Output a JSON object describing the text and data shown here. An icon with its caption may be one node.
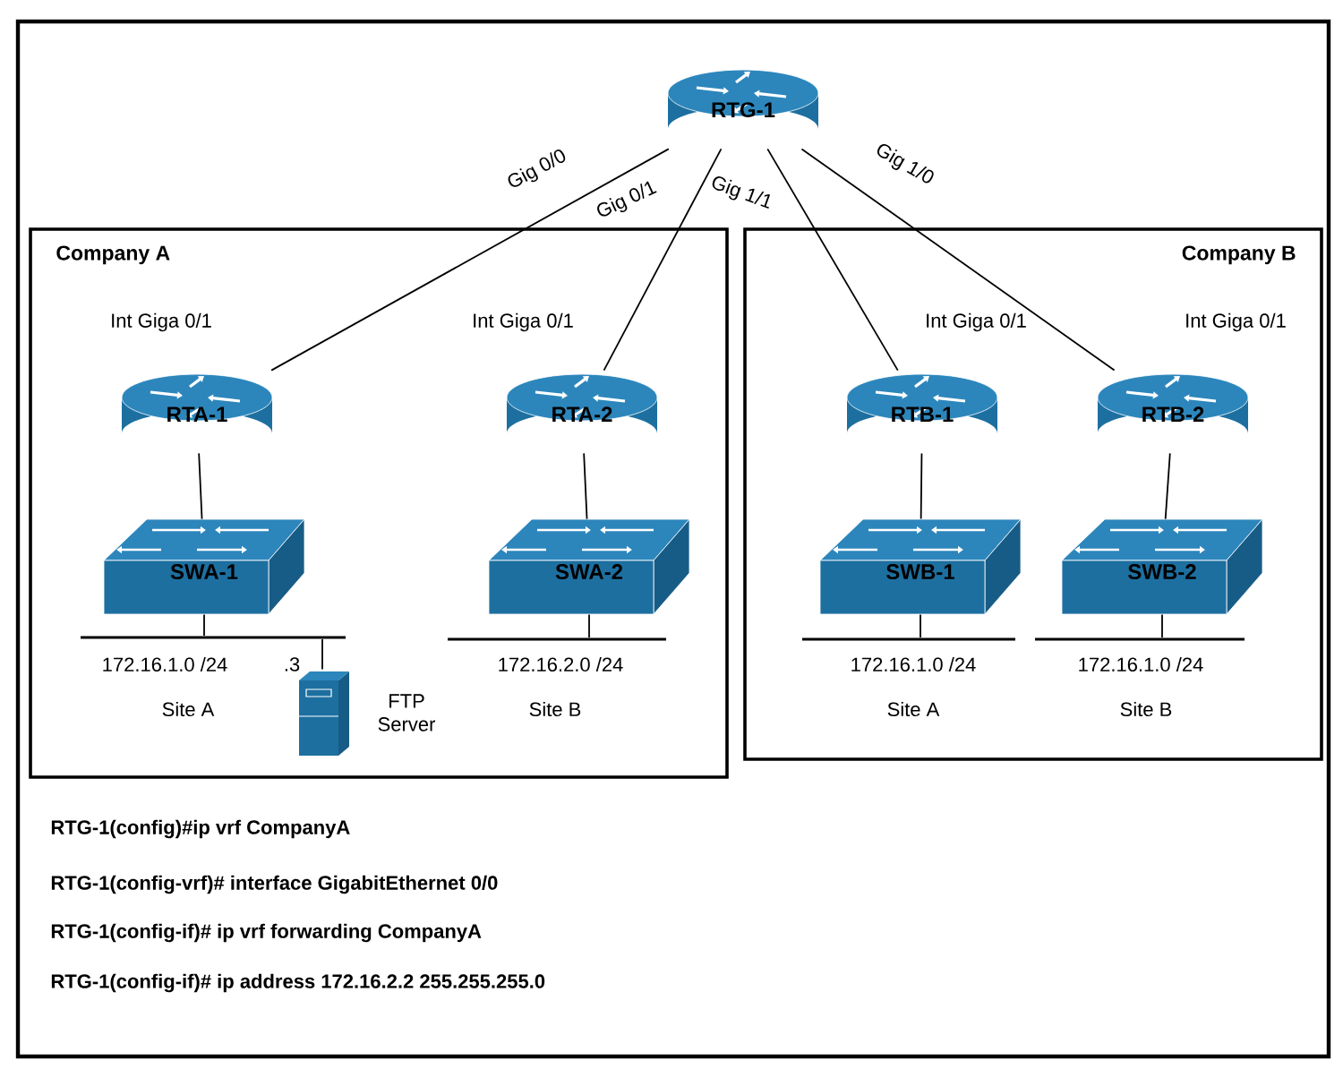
{
  "diagram": {
    "nodes": [
      {
        "text": [
          "RTG-1"
        ]
      },
      {
        "text": [
          "Company A"
        ]
      },
      {
        "text": [
          "RTA-1"
        ],
        "in": 1,
        "beside": [
          "Int Giga 0/1"
        ]
      },
      {
        "text": [
          "RTA-2"
        ],
        "in": 1,
        "beside": [
          "Int Giga 0/1"
        ]
      },
      {
        "text": [
          "SWA-1"
        ],
        "in": 1
      },
      {
        "text": [
          "SWA-2"
        ],
        "in": 1
      },
      {
        "text": [],
        "shape": "bar",
        "in": 1,
        "beside": [
          "172.16.1.0 /24",
          "Site A"
        ]
      },
      {
        "text": [],
        "shape": "bar",
        "in": 1,
        "beside": [
          "172.16.2.0 /24",
          "Site B"
        ]
      },
      {
        "text": [
          "FTP Server"
        ],
        "in": 1
      },
      {
        "text": [
          "Company B"
        ]
      },
      {
        "text": [
          "RTB-1"
        ],
        "in": 9,
        "beside": [
          "Int Giga 0/1"
        ]
      },
      {
        "text": [
          "RTB-2"
        ],
        "in": 9,
        "beside": [
          "Int Giga 0/1"
        ]
      },
      {
        "text": [
          "SWB-1"
        ],
        "in": 9
      },
      {
        "text": [
          "SWB-2"
        ],
        "in": 9
      },
      {
        "text": [],
        "shape": "bar",
        "in": 9,
        "beside": [
          "172.16.1.0 /24",
          "Site A"
        ]
      },
      {
        "text": [],
        "shape": "bar",
        "in": 9,
        "beside": [
          "172.16.1.0 /24",
          "Site B"
        ]
      }
    ],
    "edges": [
      {
        "from": 0,
        "to": 2,
        "arrow": "none",
        "label": "Gig 0/0"
      },
      {
        "from": 0,
        "to": 3,
        "arrow": "none",
        "label": "Gig 0/1"
      },
      {
        "from": 0,
        "to": 10,
        "arrow": "none",
        "label": "Gig 1/1"
      },
      {
        "from": 0,
        "to": 11,
        "arrow": "none",
        "label": "Gig 1/0"
      },
      {
        "from": 2,
        "to": 4,
        "arrow": "none"
      },
      {
        "from": 3,
        "to": 5,
        "arrow": "none"
      },
      {
        "from": 10,
        "to": 12,
        "arrow": "none"
      },
      {
        "from": 11,
        "to": 13,
        "arrow": "none"
      },
      {
        "from": 4,
        "to": 6,
        "arrow": "none"
      },
      {
        "from": 5,
        "to": 7,
        "arrow": "none"
      },
      {
        "from": 12,
        "to": 14,
        "arrow": "none"
      },
      {
        "from": 13,
        "to": 15,
        "arrow": "none"
      },
      {
        "from": 8,
        "to": 6,
        "arrow": "none",
        "label": ".3"
      }
    ],
    "labels": [
      "RTG-1(config)#ip vrf CompanyA",
      "RTG-1(config-vrf)#  interface GigabitEthernet 0/0",
      "RTG-1(config-if)#  ip vrf forwarding CompanyA",
      "RTG-1(config-if)# ip address 172.16.2.2 255.255.255.0"
    ]
  }
}
